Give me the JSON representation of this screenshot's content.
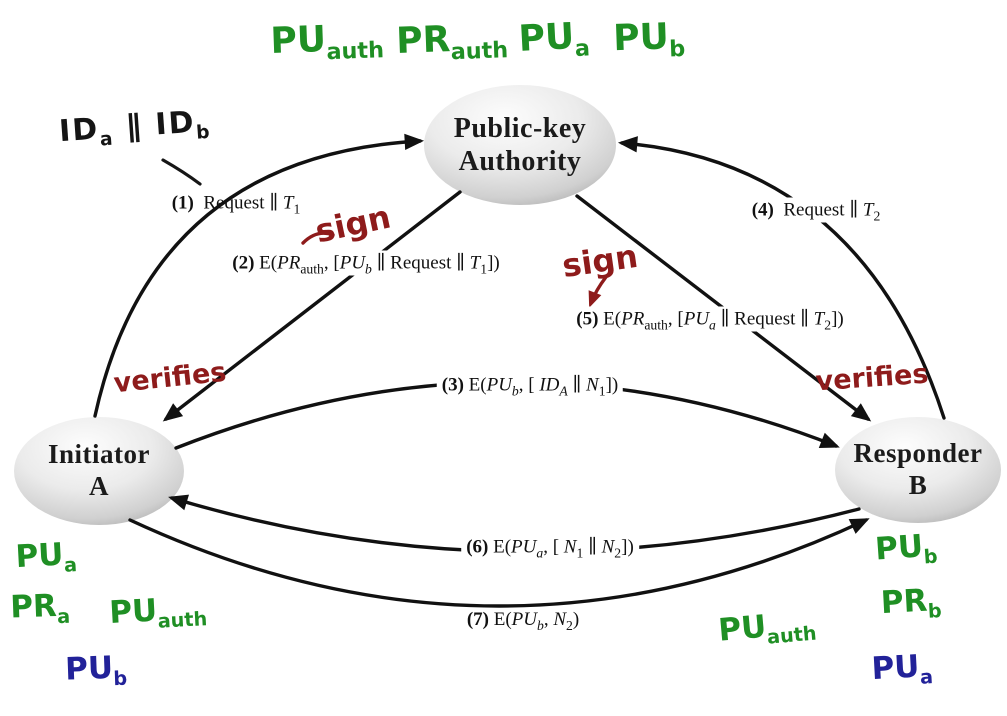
{
  "nodes": {
    "authority": {
      "line1": "Public-key",
      "line2": "Authority"
    },
    "initiator": {
      "line1": "Initiator",
      "line2": "A"
    },
    "responder": {
      "line1": "Responder",
      "line2": "B"
    }
  },
  "messages": {
    "m1": {
      "parts": [
        {
          "t": "(1)",
          "s": "b"
        },
        {
          "t": "  Request ∥ "
        },
        {
          "t": "T",
          "s": "i"
        },
        {
          "t": "1",
          "s": "sub"
        }
      ]
    },
    "m2": {
      "parts": [
        {
          "t": "(2)",
          "s": "b"
        },
        {
          "t": " E("
        },
        {
          "t": "PR",
          "s": "i"
        },
        {
          "t": "auth",
          "s": "sub"
        },
        {
          "t": ", ["
        },
        {
          "t": "PU",
          "s": "i"
        },
        {
          "t": "b",
          "s": "subi"
        },
        {
          "t": " ∥ Request ∥ "
        },
        {
          "t": "T",
          "s": "i"
        },
        {
          "t": "1",
          "s": "sub"
        },
        {
          "t": "])"
        }
      ]
    },
    "m3": {
      "parts": [
        {
          "t": "(3)",
          "s": "b"
        },
        {
          "t": " E("
        },
        {
          "t": "PU",
          "s": "i"
        },
        {
          "t": "b",
          "s": "subi"
        },
        {
          "t": ", [ "
        },
        {
          "t": "ID",
          "s": "i"
        },
        {
          "t": "A",
          "s": "subi"
        },
        {
          "t": " ∥ "
        },
        {
          "t": "N",
          "s": "i"
        },
        {
          "t": "1",
          "s": "sub"
        },
        {
          "t": "])"
        }
      ]
    },
    "m4": {
      "parts": [
        {
          "t": "(4)",
          "s": "b"
        },
        {
          "t": "  Request ∥ "
        },
        {
          "t": "T",
          "s": "i"
        },
        {
          "t": "2",
          "s": "sub"
        }
      ]
    },
    "m5": {
      "parts": [
        {
          "t": "(5)",
          "s": "b"
        },
        {
          "t": " E("
        },
        {
          "t": "PR",
          "s": "i"
        },
        {
          "t": "auth",
          "s": "sub"
        },
        {
          "t": ", ["
        },
        {
          "t": "PU",
          "s": "i"
        },
        {
          "t": "a",
          "s": "subi"
        },
        {
          "t": " ∥ Request ∥ "
        },
        {
          "t": "T",
          "s": "i"
        },
        {
          "t": "2",
          "s": "sub"
        },
        {
          "t": "])"
        }
      ]
    },
    "m6": {
      "parts": [
        {
          "t": "(6)",
          "s": "b"
        },
        {
          "t": " E("
        },
        {
          "t": "PU",
          "s": "i"
        },
        {
          "t": "a",
          "s": "subi"
        },
        {
          "t": ", [ "
        },
        {
          "t": "N",
          "s": "i"
        },
        {
          "t": "1",
          "s": "sub"
        },
        {
          "t": " ∥ "
        },
        {
          "t": "N",
          "s": "i"
        },
        {
          "t": "2",
          "s": "sub"
        },
        {
          "t": "])"
        }
      ]
    },
    "m7": {
      "parts": [
        {
          "t": "(7)",
          "s": "b"
        },
        {
          "t": " E("
        },
        {
          "t": "PU",
          "s": "i"
        },
        {
          "t": "b",
          "s": "subi"
        },
        {
          "t": ", "
        },
        {
          "t": "N",
          "s": "i"
        },
        {
          "t": "2",
          "s": "sub"
        },
        {
          "t": ")"
        }
      ]
    }
  },
  "hand": {
    "top_keys": [
      {
        "parts": [
          {
            "t": "PU"
          },
          {
            "t": "auth",
            "s": "sub"
          }
        ]
      },
      {
        "parts": [
          {
            "t": "PR"
          },
          {
            "t": "auth",
            "s": "sub"
          }
        ]
      },
      {
        "parts": [
          {
            "t": "PU"
          },
          {
            "t": "a",
            "s": "sub"
          }
        ]
      },
      {
        "parts": [
          {
            "t": "PU"
          },
          {
            "t": "b",
            "s": "sub"
          }
        ]
      }
    ],
    "id_note": {
      "parts": [
        {
          "t": "ID"
        },
        {
          "t": "a",
          "s": "sub"
        },
        {
          "t": " ∥ "
        },
        {
          "t": "ID"
        },
        {
          "t": "b",
          "s": "sub"
        }
      ]
    },
    "sign_left": "sign",
    "sign_right": "sign",
    "verifies_left": "verifies",
    "verifies_right": "verifies",
    "initiator_keys": [
      {
        "color": "green",
        "parts": [
          {
            "t": "PU"
          },
          {
            "t": "a",
            "s": "sub"
          }
        ]
      },
      {
        "color": "green",
        "parts": [
          {
            "t": "PR"
          },
          {
            "t": "a",
            "s": "sub"
          }
        ]
      },
      {
        "color": "green",
        "parts": [
          {
            "t": "PU"
          },
          {
            "t": "auth",
            "s": "sub"
          }
        ]
      },
      {
        "color": "blue",
        "parts": [
          {
            "t": "PU"
          },
          {
            "t": "b",
            "s": "sub"
          }
        ]
      }
    ],
    "responder_keys": [
      {
        "color": "green",
        "parts": [
          {
            "t": "PU"
          },
          {
            "t": "b",
            "s": "sub"
          }
        ]
      },
      {
        "color": "green",
        "parts": [
          {
            "t": "PR"
          },
          {
            "t": "b",
            "s": "sub"
          }
        ]
      },
      {
        "color": "green",
        "parts": [
          {
            "t": "PU"
          },
          {
            "t": "auth",
            "s": "sub"
          }
        ]
      },
      {
        "color": "blue",
        "parts": [
          {
            "t": "PU"
          },
          {
            "t": "a",
            "s": "sub"
          }
        ]
      }
    ]
  },
  "colors": {
    "ink": "#111111",
    "hand_green": "#1f8f24",
    "hand_red": "#8e1b1b",
    "hand_blue": "#222299",
    "node_fill_light": "#fdfdfd",
    "node_fill_dark": "#9e9e9e"
  }
}
